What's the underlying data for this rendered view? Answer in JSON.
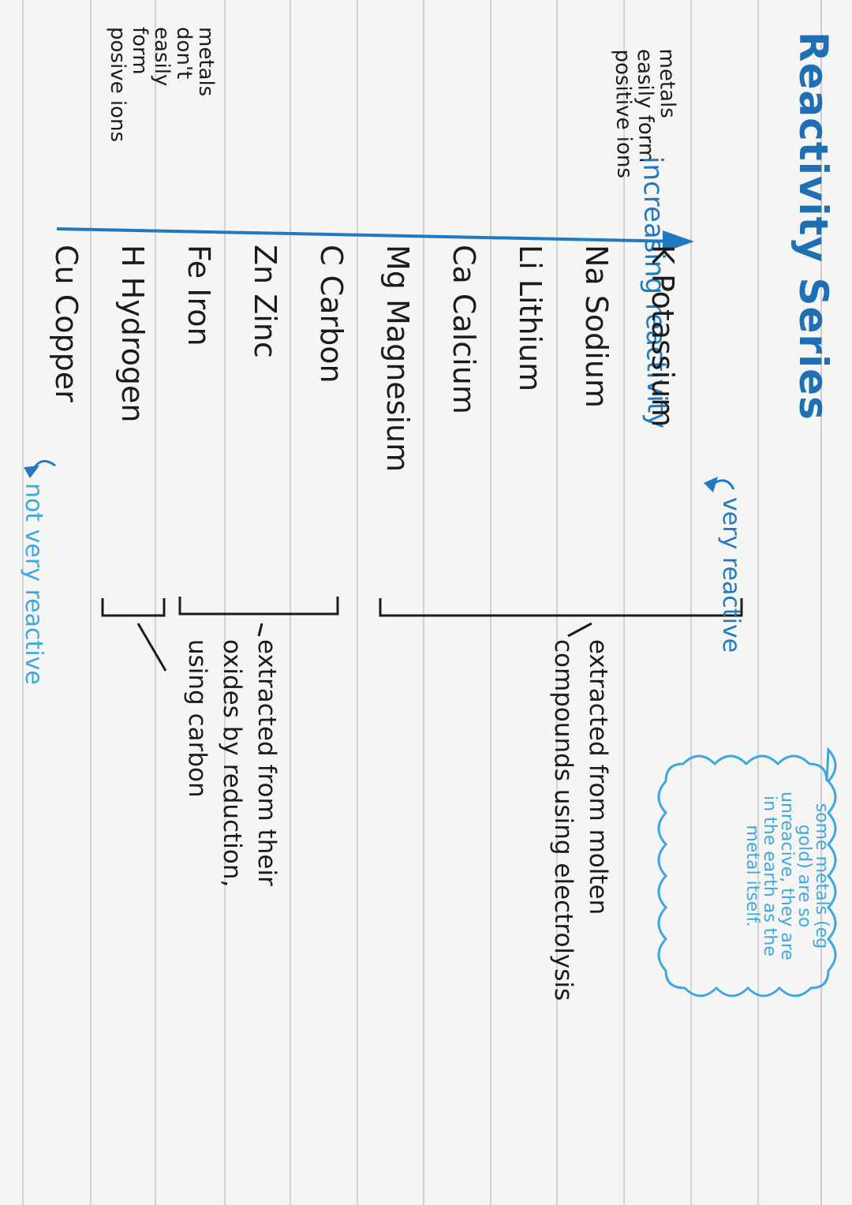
{
  "title": "Reactivity Series",
  "top_label": "very reactive",
  "bottom_label": "not very reactive",
  "axis_label": "increasing reactivity",
  "left_notes": {
    "top": "metals\neasily form\npositive ions",
    "bottom": "metals\ndon't\neasily\nform\nposive ions"
  },
  "elements": [
    {
      "symbol": "K",
      "name": "Potassium"
    },
    {
      "symbol": "Na",
      "name": "Sodium"
    },
    {
      "symbol": "Li",
      "name": "Lithium"
    },
    {
      "symbol": "Ca",
      "name": "Calcium"
    },
    {
      "symbol": "Mg",
      "name": "Magnesium"
    },
    {
      "symbol": "C",
      "name": "Carbon"
    },
    {
      "symbol": "Zn",
      "name": "Zinc"
    },
    {
      "symbol": "Fe",
      "name": "Iron"
    },
    {
      "symbol": "H",
      "name": "Hydrogen"
    },
    {
      "symbol": "Cu",
      "name": "Copper"
    }
  ],
  "bracket_notes": {
    "electrolysis": "extracted from molten\ncompounds using electrolysis",
    "reduction": "extracted from their\noxides by reduction,\nusing carbon"
  },
  "cloud_note": "some metals (eg\ngold) are so\nunreacive, they are\nin the earth as the\nmetal itself.",
  "colors": {
    "title": "#1f6fb4",
    "arrow": "#1f7ac1",
    "highlight": "#3fa9df",
    "ink": "#1b1b1b"
  }
}
